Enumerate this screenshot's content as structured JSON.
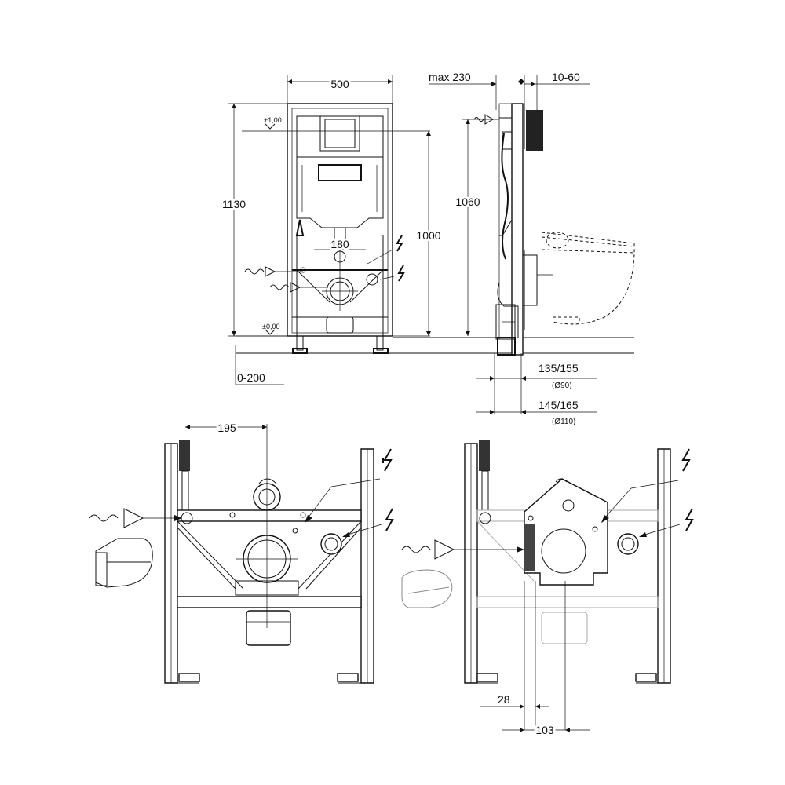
{
  "dimensions": {
    "width_500": "500",
    "height_1130": "1130",
    "height_1000": "1000",
    "height_1060": "1060",
    "spacing_180": "180",
    "level_plus_1": "+1,00",
    "level_zero": "±0,00",
    "foot_range": "0-200",
    "max_depth": "max 230",
    "wall_range": "10-60",
    "pipe_depth_a": "135/155",
    "pipe_dia_a": "(Ø90)",
    "pipe_depth_b": "145/165",
    "pipe_dia_b": "(Ø110)",
    "offset_195": "195",
    "offset_28": "28",
    "offset_103": "103"
  }
}
